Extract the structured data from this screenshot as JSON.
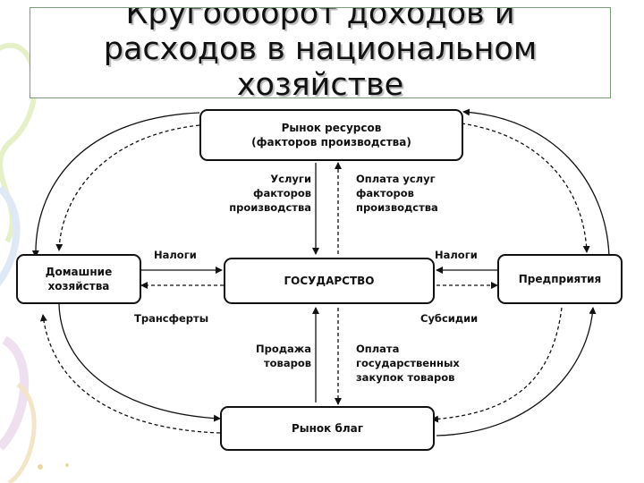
{
  "slide": {
    "title_lines": [
      "Кругооборот доходов и",
      "расходов в национальном",
      "хозяйстве"
    ]
  },
  "diagram": {
    "resource_market": [
      "Рынок ресурсов",
      "(факторов производства)"
    ],
    "households": [
      "Домашние",
      "хозяйства"
    ],
    "government": "ГОСУДАРСТВО",
    "firms": "Предприятия",
    "goods_market": "Рынок благ",
    "factor_services": [
      "Услуги",
      "факторов",
      "производства"
    ],
    "factor_payments": [
      "Оплата услуг",
      "факторов",
      "производства"
    ],
    "taxes_left": "Налоги",
    "taxes_right": "Налоги",
    "transfers": "Трансферты",
    "subsidies": "Субсидии",
    "goods_sales": [
      "Продажа",
      "товаров"
    ],
    "gov_purchases": [
      "Оплата",
      "государственных",
      "закупок товаров"
    ]
  }
}
